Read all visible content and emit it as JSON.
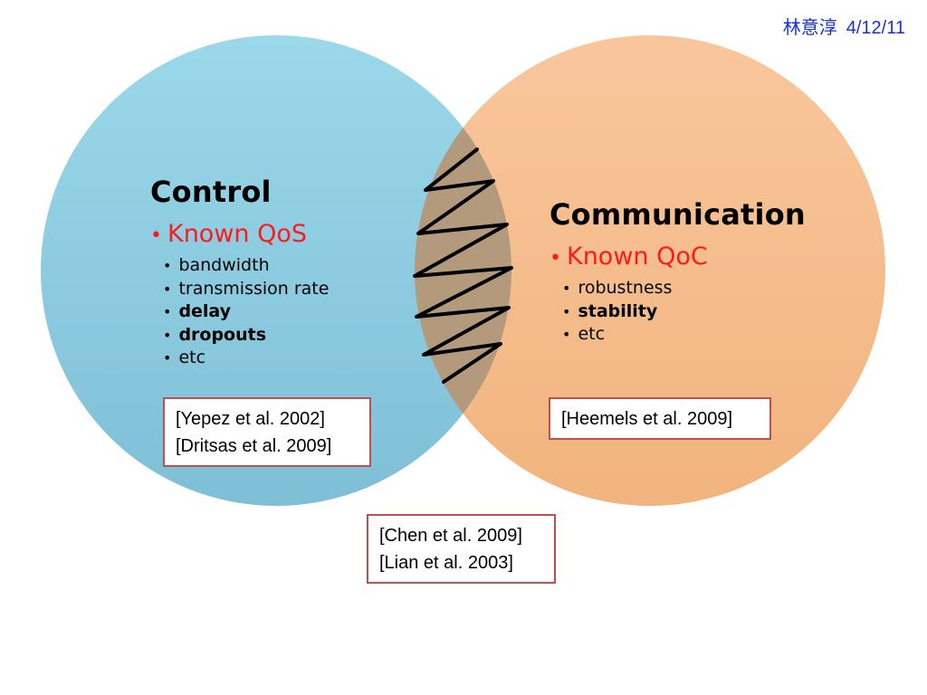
{
  "header": {
    "author": "林意淳",
    "date": "4/12/11"
  },
  "control": {
    "title": "Control",
    "headline": "Known QoS",
    "items": [
      {
        "text": "bandwidth",
        "bold": false
      },
      {
        "text": "transmission rate",
        "bold": false
      },
      {
        "text": "delay",
        "bold": true
      },
      {
        "text": "dropouts",
        "bold": true
      },
      {
        "text": "etc",
        "bold": false
      }
    ],
    "refs": [
      "[Yepez et al. 2002]",
      "[Dritsas et al. 2009]"
    ]
  },
  "communication": {
    "title": "Communication",
    "headline": "Known QoC",
    "items": [
      {
        "text": "robustness",
        "bold": false
      },
      {
        "text": "stability",
        "bold": true
      },
      {
        "text": "etc",
        "bold": false
      }
    ],
    "refs": [
      "[Heemels et al. 2009]"
    ]
  },
  "overlap_refs": [
    "[Chen et al. 2009]",
    "[Lian et al. 2003]"
  ],
  "colors": {
    "control_circle_top": "#9ad8ea",
    "control_circle_bottom": "#7fbfd6",
    "communication_circle_top": "#f9c69c",
    "communication_circle_bottom": "#f1b47e",
    "overlap": "#b39a7c",
    "ref_border": "#c0504d",
    "headline": "#ff1a1a",
    "header_text": "#1a2fd0"
  }
}
